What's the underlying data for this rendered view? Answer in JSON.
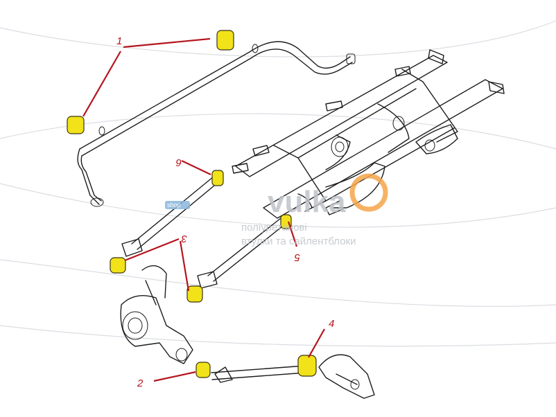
{
  "callouts": [
    {
      "id": "1",
      "text": "1"
    },
    {
      "id": "2",
      "text": "2"
    },
    {
      "id": "3",
      "text": "3"
    },
    {
      "id": "4",
      "text": "4"
    },
    {
      "id": "5",
      "text": "5"
    },
    {
      "id": "6",
      "text": "6"
    }
  ],
  "watermark": {
    "brand_left": "vulka",
    "brand_badge": "shop",
    "line1": "поліуретанові",
    "line2": "втулки та сайлентблоки"
  },
  "colors": {
    "bushing": "#f1e21a",
    "leader": "#b5141d",
    "watermark_orange": "#f5a54a",
    "watermark_grey": "#c3c7cb",
    "badge_blue": "#8ab6dc"
  }
}
